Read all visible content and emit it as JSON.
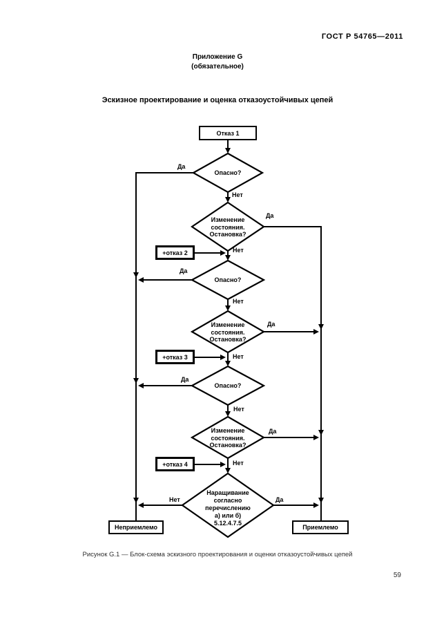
{
  "page": {
    "doc_code": "ГОСТ Р 54765—2011",
    "appendix": "Приложение G",
    "appendix_note": "(обязательное)",
    "title": "Эскизное проектирование и оценка отказоустойчивых цепей",
    "caption": "Рисунок G.1 — Блок-схема эскизного проектирования и оценки отказоустойчивых цепей",
    "page_number": "59"
  },
  "flowchart": {
    "labels": {
      "yes": "Да",
      "no": "Нет"
    },
    "nodes": {
      "start": "Отказ 1",
      "danger": "Опасно?",
      "state_change": "Изменение\nсостояния.\nОстановка?",
      "fault2": "+отказ 2",
      "fault3": "+отказ 3",
      "fault4": "+отказ 4",
      "final": "Наращивание\nсогласно\nперечислению\nа) или б)\n5.12.4.7.5",
      "unacceptable": "Неприемлемо",
      "acceptable": "Приемлемо"
    }
  }
}
